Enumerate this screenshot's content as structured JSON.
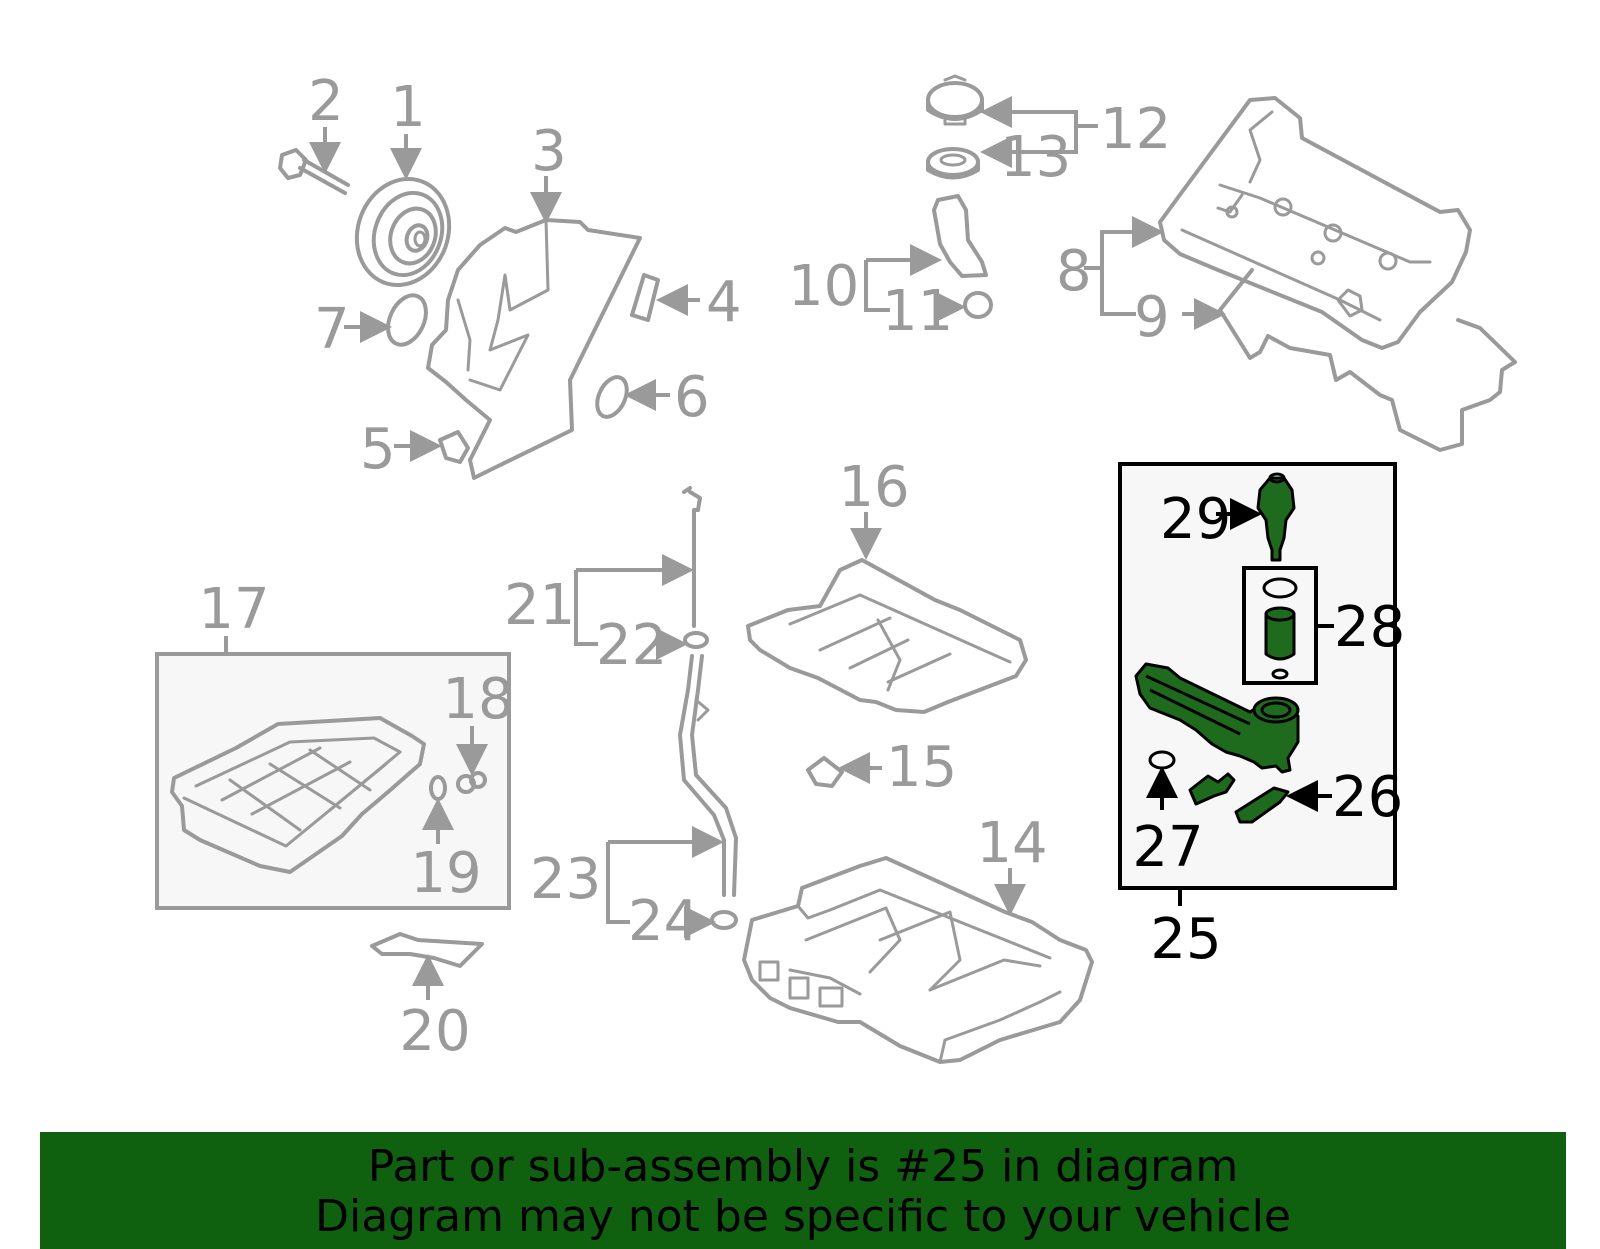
{
  "callouts": {
    "c1": "1",
    "c2": "2",
    "c3": "3",
    "c4": "4",
    "c5": "5",
    "c6": "6",
    "c7": "7",
    "c8": "8",
    "c9": "9",
    "c10": "10",
    "c11": "11",
    "c12": "12",
    "c13": "13",
    "c14": "14",
    "c15": "15",
    "c16": "16",
    "c17": "17",
    "c18": "18",
    "c19": "19",
    "c20": "20",
    "c21": "21",
    "c22": "22",
    "c23": "23",
    "c24": "24",
    "c25": "25",
    "c26": "26",
    "c27": "27",
    "c28": "28",
    "c29": "29"
  },
  "highlighted_part": "25",
  "colors": {
    "parts": "#9a9a9a",
    "highlight": "#1e6b1e",
    "banner": "#0f600f"
  },
  "banner": {
    "line1": "Part or sub-assembly is #25 in diagram",
    "line2": "Diagram may not be specific to your vehicle"
  }
}
